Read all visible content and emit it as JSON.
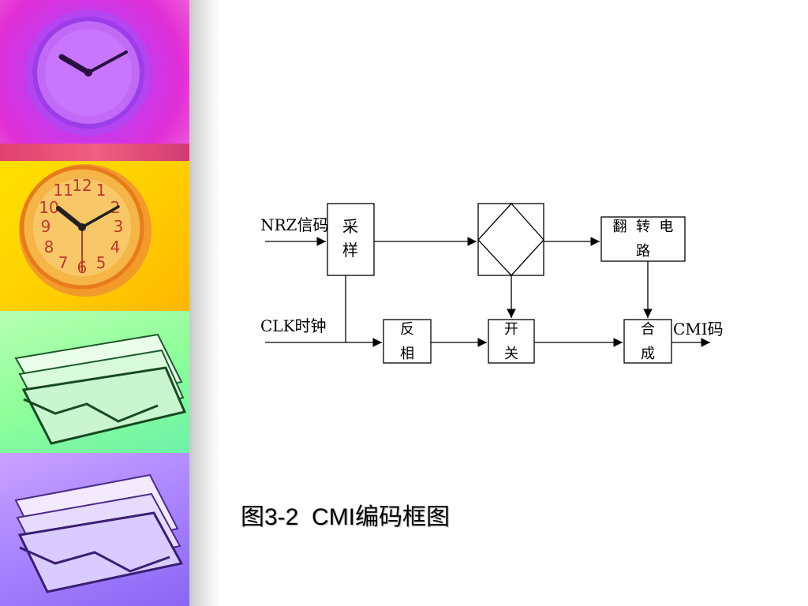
{
  "diagram": {
    "inputs": {
      "nrz": "NRZ信码",
      "clk": "CLK时钟"
    },
    "output": "CMI码",
    "blocks": {
      "sampler": {
        "line1": "采",
        "line2": "样"
      },
      "invert_circuit": {
        "line1": "翻  转  电",
        "line2": "路"
      },
      "inverter": {
        "line1": "反",
        "line2": "相"
      },
      "switch": {
        "line1": "开",
        "line2": "关"
      },
      "combiner": {
        "line1": "合",
        "line2": "成"
      }
    }
  },
  "caption": "图3-2  CMI编码框图"
}
